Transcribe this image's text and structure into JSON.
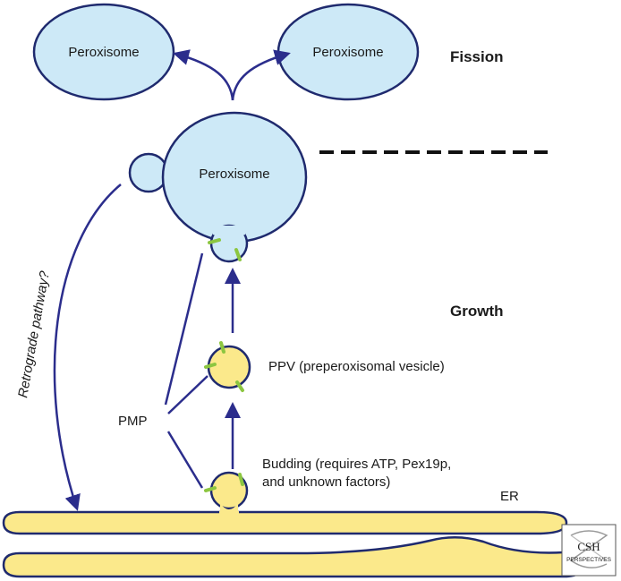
{
  "organelles": {
    "left_daughter": "Peroxisome",
    "right_daughter": "Peroxisome",
    "parent": "Peroxisome"
  },
  "stages": {
    "fission": "Fission",
    "growth": "Growth"
  },
  "labels": {
    "retrograde": "Retrograde pathway?",
    "ppv": "PPV (preperoxisomal vesicle)",
    "pmp": "PMP",
    "budding_line1": "Budding (requires ATP, Pex19p,",
    "budding_line2": "and unknown factors)",
    "er": "ER"
  },
  "logo": {
    "title": "CSH",
    "subtitle": "PERSPECTIVES"
  },
  "colors": {
    "peroxisome_fill": "#cde9f7",
    "er_fill": "#fbe98b",
    "vesicle_fill": "#fbe98b",
    "arrow": "#2b2d8c",
    "pmp_marker": "#8cc640",
    "outline": "#1f2a6e"
  }
}
